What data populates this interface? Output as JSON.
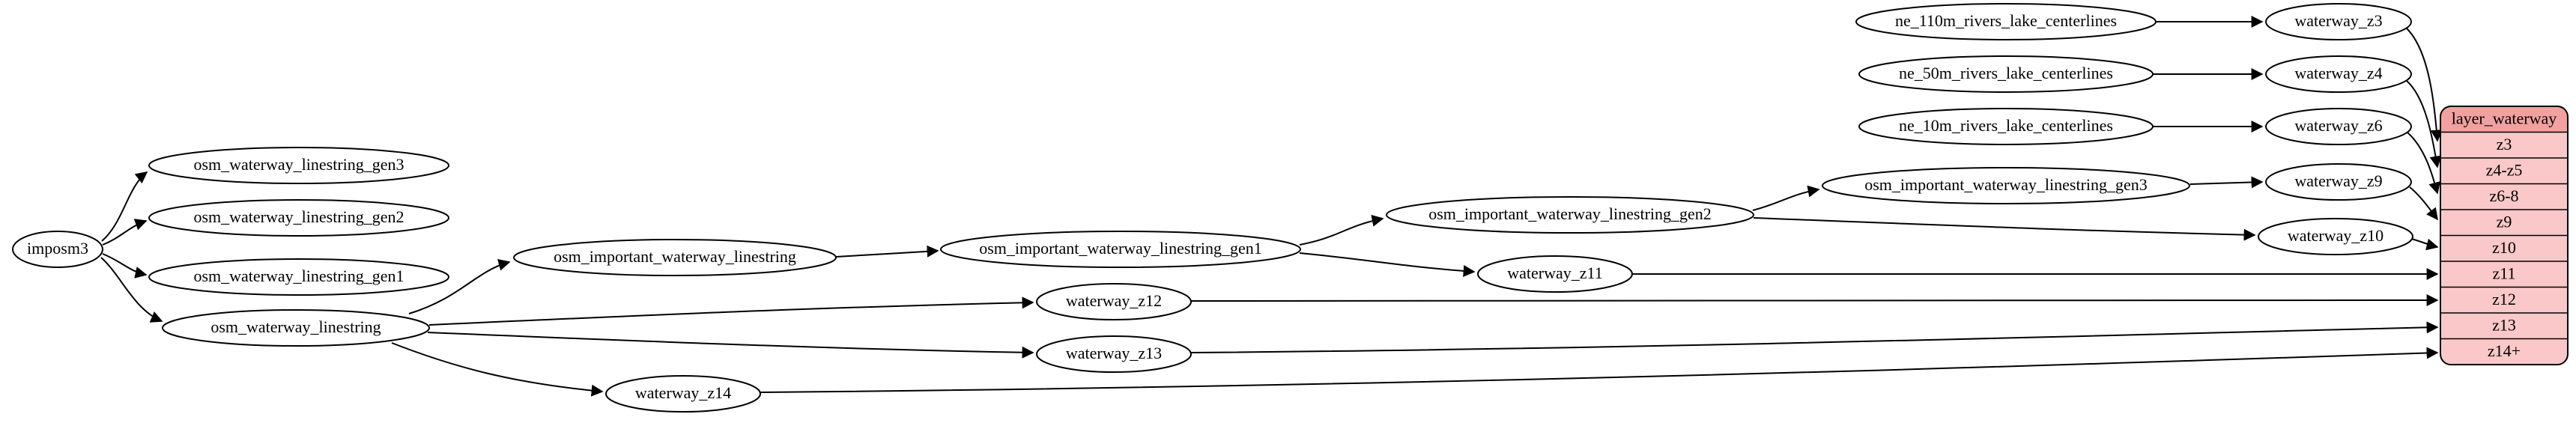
{
  "diagram": {
    "nodes": {
      "imposm3": {
        "label": "imposm3"
      },
      "osm_waterway_linestring_gen3": {
        "label": "osm_waterway_linestring_gen3"
      },
      "osm_waterway_linestring_gen2": {
        "label": "osm_waterway_linestring_gen2"
      },
      "osm_waterway_linestring_gen1": {
        "label": "osm_waterway_linestring_gen1"
      },
      "osm_waterway_linestring": {
        "label": "osm_waterway_linestring"
      },
      "osm_important_waterway_linestring": {
        "label": "osm_important_waterway_linestring"
      },
      "osm_important_waterway_linestring_gen1": {
        "label": "osm_important_waterway_linestring_gen1"
      },
      "osm_important_waterway_linestring_gen2": {
        "label": "osm_important_waterway_linestring_gen2"
      },
      "osm_important_waterway_linestring_gen3": {
        "label": "osm_important_waterway_linestring_gen3"
      },
      "ne_110m_rivers_lake_centerlines": {
        "label": "ne_110m_rivers_lake_centerlines"
      },
      "ne_50m_rivers_lake_centerlines": {
        "label": "ne_50m_rivers_lake_centerlines"
      },
      "ne_10m_rivers_lake_centerlines": {
        "label": "ne_10m_rivers_lake_centerlines"
      },
      "waterway_z3": {
        "label": "waterway_z3"
      },
      "waterway_z4": {
        "label": "waterway_z4"
      },
      "waterway_z6": {
        "label": "waterway_z6"
      },
      "waterway_z9": {
        "label": "waterway_z9"
      },
      "waterway_z10": {
        "label": "waterway_z10"
      },
      "waterway_z11": {
        "label": "waterway_z11"
      },
      "waterway_z12": {
        "label": "waterway_z12"
      },
      "waterway_z13": {
        "label": "waterway_z13"
      },
      "waterway_z14": {
        "label": "waterway_z14"
      }
    },
    "table": {
      "title": "layer_waterway",
      "rows": [
        "z3",
        "z4-z5",
        "z6-8",
        "z9",
        "z10",
        "z11",
        "z12",
        "z13",
        "z14+"
      ]
    },
    "colors": {
      "table_header": "#f2a0a0",
      "table_row": "#fac8c8",
      "node_fill": "#ffffff",
      "edge": "#000000"
    }
  }
}
